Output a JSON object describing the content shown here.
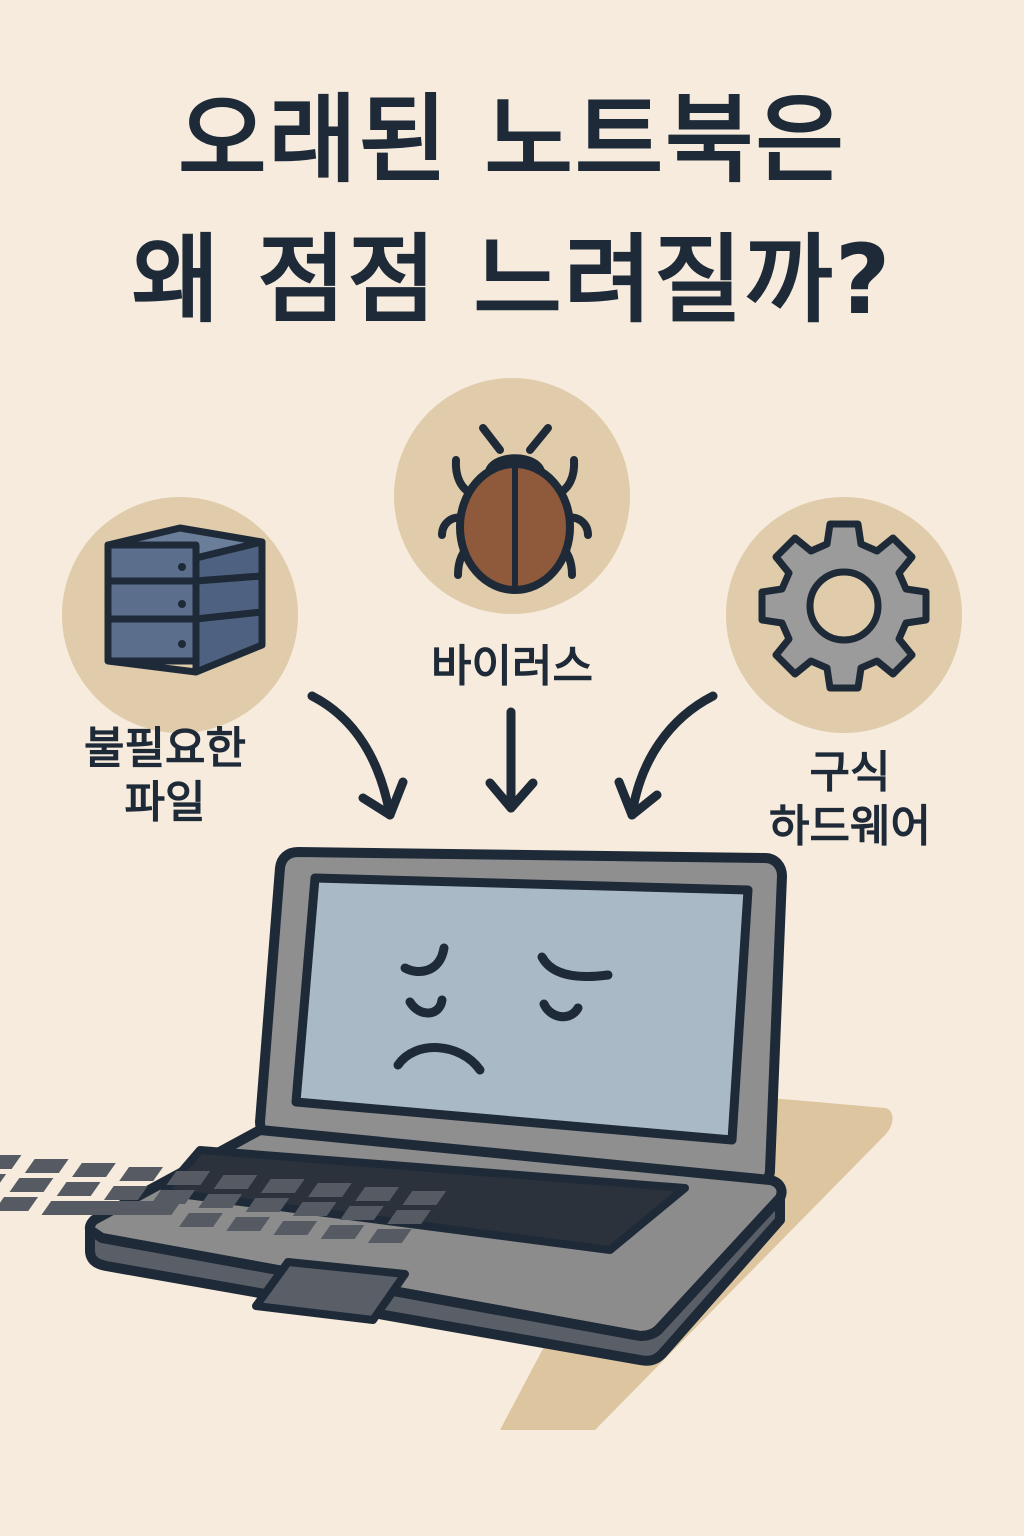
{
  "title": {
    "line1": "오래된 노트북은",
    "line2": "왜 점점 느려질까?"
  },
  "causes": [
    {
      "id": "files",
      "icon": "stacked-drives-icon",
      "label_line1": "불필요한",
      "label_line2": "파일"
    },
    {
      "id": "virus",
      "icon": "bug-icon",
      "label_line1": "바이러스"
    },
    {
      "id": "hardware",
      "icon": "gear-icon",
      "label_line1": "구식",
      "label_line2": "하드웨어"
    }
  ],
  "illustration": {
    "subject": "sad-laptop",
    "expression": "sad-face"
  },
  "colors": {
    "background": "#f6ebdc",
    "circle": "#e0ccaa",
    "ink": "#1e2a38",
    "drive_blue": "#5b6f8c",
    "bug_brown": "#8f5a3c",
    "gear_gray": "#9b9b9b",
    "laptop_gray": "#8c8c8c",
    "screen": "#a9bac6",
    "shadow": "#dcc59f"
  }
}
